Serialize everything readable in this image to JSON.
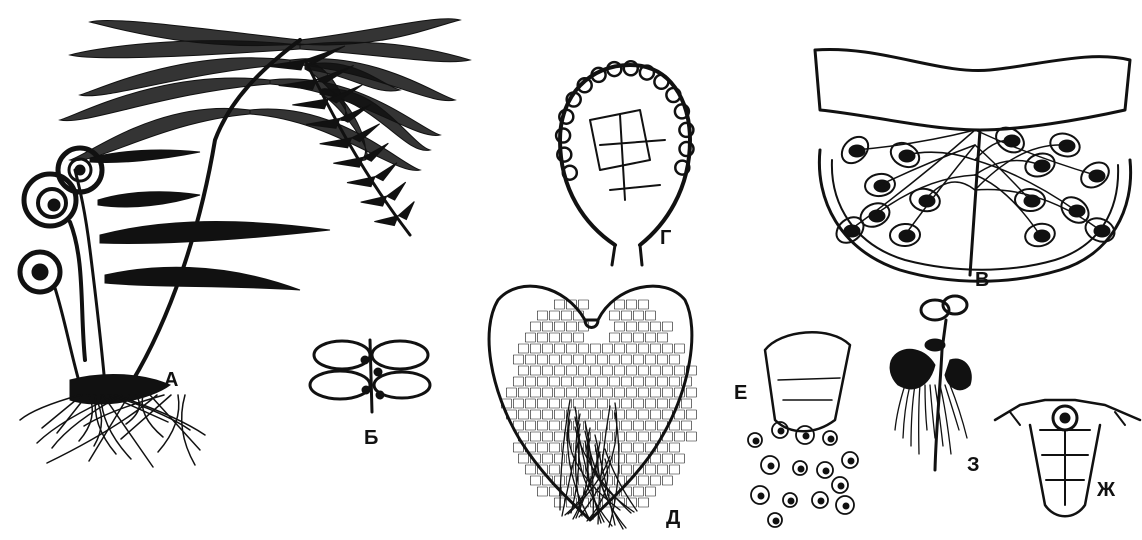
{
  "figure": {
    "labels": {
      "a": "А",
      "b": "Б",
      "v": "В",
      "g": "Г",
      "d": "Д",
      "e": "Е",
      "zh": "Ж",
      "z": "З"
    }
  }
}
